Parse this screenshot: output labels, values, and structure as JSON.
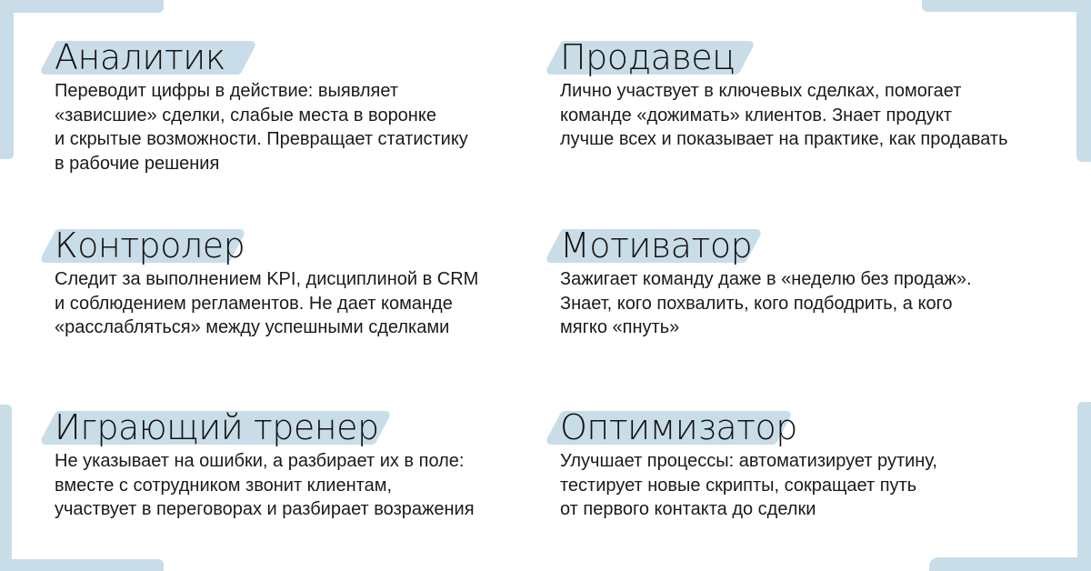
{
  "colors": {
    "accent": "#c8dde8",
    "text": "#1e1916",
    "background": "#ffffff"
  },
  "roles": [
    {
      "title": "Аналитик",
      "lines": [
        "Переводит цифры в действие: выявляет",
        "«зависшие» сделки, слабые места в воронке",
        "и скрытые возможности. Превращает статистику",
        "в рабочие решения"
      ]
    },
    {
      "title": "Продавец",
      "lines": [
        "Лично участвует в ключевых сделках, помогает",
        "команде «дожимать» клиентов. Знает продукт",
        "лучше всех и показывает на практике, как продавать"
      ]
    },
    {
      "title": "Контролер",
      "lines": [
        "Следит за выполнением KPI, дисциплиной в CRM",
        "и соблюдением регламентов. Не дает команде",
        "«расслабляться» между успешными сделками"
      ]
    },
    {
      "title": "Мотиватор",
      "lines": [
        "Зажигает команду даже в «неделю без продаж».",
        "Знает, кого похвалить, кого подбодрить, а кого",
        "мягко «пнуть»"
      ]
    },
    {
      "title": "Играющий тренер",
      "lines": [
        "Не указывает на ошибки, а разбирает их в поле:",
        "вместе с сотрудником звонит клиентам,",
        "участвует в переговорах и разбирает возражения"
      ]
    },
    {
      "title": "Оптимизатор",
      "lines": [
        "Улучшает процессы: автоматизирует рутину,",
        "тестирует новые скрипты, сокращает путь",
        "от первого контакта до сделки"
      ]
    }
  ]
}
